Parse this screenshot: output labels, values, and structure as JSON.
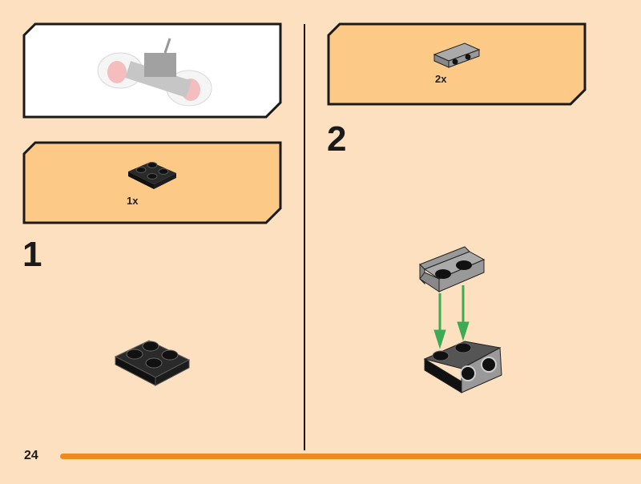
{
  "page_number": "24",
  "colors": {
    "background": "#fde0bf",
    "parts_panel": "#fdc987",
    "accent_bar": "#ef8a1e",
    "arrow": "#3daa55"
  },
  "model_preview": {
    "icon": "motorcycle-model-preview"
  },
  "steps": [
    {
      "number": "1",
      "parts": [
        {
          "icon": "black-plate-2x2",
          "quantity": "1x"
        }
      ]
    },
    {
      "number": "2",
      "parts": [
        {
          "icon": "gray-bracket-1x2",
          "quantity": "2x"
        }
      ]
    }
  ]
}
